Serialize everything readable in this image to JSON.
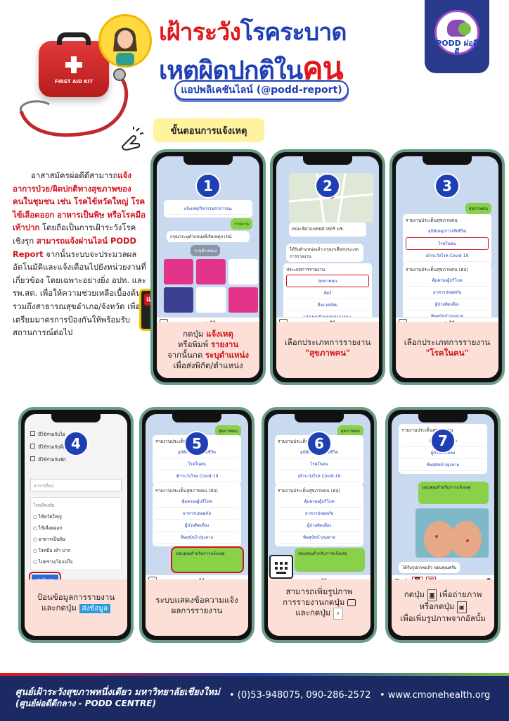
{
  "header": {
    "title_part1_red": "เฝ้าระวัง",
    "title_part1_blue": "โรคระบาด",
    "title_part2_blue": "เหตุผิดปกติใน",
    "title_part2_red": "คน",
    "app_pill": "แอปพลิเคชันไลน์ (@podd-report)",
    "kit_label": "FIRST AID KIT",
    "logo_text": "PODD ผ่อดีดี"
  },
  "steps_banner": "ขั้นตอนการแจ้งเหตุ",
  "intro": {
    "p1": "อาสาสมัครผ่อดีดีสามารถ",
    "p1_red": "แจ้งอาการป่วย/ผิดปกติทางสุขภาพของคนในชุมชน เช่น โรคไข้หวัดใหญ่ โรคไข้เลือดออก อาหารเป็นพิษ หรือโรคมือเท้าปาก",
    "p2": " โดยถือเป็นการเฝ้าระวังโรคเชิงรุก ",
    "p2_red": "สามารถแจ้งผ่านไลน์ PODD Report",
    "p3": " จากนั้นระบบจะประมวลผลอัตโนมัติและแจ้งเตือนไปยังหน่วยงานที่เกี่ยวข้อง โดยเฉพาะอย่างยิ่ง อปท. และ รพ.สต. เพื่อให้ความช่วยเหลือเบื้องต้น รวมถึงสาธารณสุขอำเภอ/จังหวัด เพื่อเตรียมมาตรการป้องกันให้พร้อมรับสถานการณ์ต่อไป"
  },
  "alert_label": "แจ้งเหตุ",
  "phones": [
    {
      "num": "1",
      "screen": {
        "o1": "แจ้งเหตุ/กิจกรรมสาธารณะ",
        "b1": "รายงาน",
        "w1": "กรุณาระบุตำแหน่งที่เกิดเหตุการณ์",
        "loc": "ระบุตำแหน่ง",
        "menu": "เมนูผ่อดีดี •"
      },
      "cap": {
        "a": "กดปุ่ม ",
        "a_red": "แจ้งเหตุ",
        "b": "หรือพิมพ์ ",
        "b_red": "รายงาน",
        "c": "จากนั้นกด ",
        "c_red": "ระบุตำแหน่ง",
        "d": "เพื่อส่งพิกัด/ตำแหน่ง"
      }
    },
    {
      "num": "2",
      "screen": {
        "map_title": "คณะสัตวแพทยศาสตร์ มช.",
        "w1": "ได้รับตำแหน่งแล้ว กรุณาเลือกประเภทการรายงาน",
        "h": "ประเภทการรายงาน",
        "opts": [
          "สุขภาพคน",
          "สัตว์",
          "สิ่งแวดล้อม",
          "แจ้งเหตุ/กิจกรรมสาธารณะ"
        ],
        "menu": "เมนูผ่อดีดี •"
      },
      "cap": {
        "a": "เลือกประเภทการรายงาน",
        "a_red": "\"สุขภาพคน\""
      }
    },
    {
      "num": "3",
      "screen": {
        "b1": "สุขภาพคน",
        "h1": "รายงานประเด็นสุขภาพคน",
        "opts1": [
          "อุบัติเหตุ/การเสียชีวิต",
          "โรคในคน",
          "เฝ้าระวังโรค Covid-19"
        ],
        "h2": "รายงานประเด็นสุขภาพคน (ต่อ)",
        "opts2": [
          "คุ้มครองผู้บริโภค",
          "อาหารปลอดภัย",
          "ผู้ป่วยติดเตียง",
          "พิษสุนัขบ้า/ยุงลาย"
        ],
        "menu": "เมนูผ่อดีดี •"
      },
      "cap": {
        "a": "เลือกประเภทการรายงาน",
        "a_red": "\"โรคในคน\""
      }
    },
    {
      "num": "4",
      "screen": {
        "checks": [
          "มีไข้ร่วมกับไอ",
          "มีไข้ร่วมกับผื่น",
          "มีไข้ร่วมกับชัก"
        ],
        "other": "อาการอื่นๆ",
        "h": "โรคที่สงสัย",
        "radios": [
          "ไข้หวัดใหญ่",
          "ไข้เลือดออก",
          "อาหารเป็นพิษ",
          "โรคมือ เท้า ปาก",
          "ไม่ทราบ/ไม่แน่ใจ"
        ],
        "submit": "ส่งข้อมูล"
      },
      "cap": {
        "a": "ป้อนข้อมูลการรายงาน",
        "b": "และกดปุ่ม",
        "btn": "ส่งข้อมูล"
      }
    },
    {
      "num": "5",
      "screen": {
        "b1": "สุขภาพคน",
        "h1": "รายงานประเด็นสุขภาพคน",
        "opts1": [
          "อุบัติเหตุ/การเสียชีวิต",
          "โรคในคน",
          "เฝ้าระวังโรค Covid-19"
        ],
        "h2": "รายงานประเด็นสุขภาพคน (ต่อ)",
        "opts2": [
          "คุ้มครองผู้บริโภค",
          "อาหารปลอดภัย",
          "ผู้ป่วยติดเตียง",
          "พิษสุนัขบ้า/ยุงลาย"
        ],
        "thanks": "ขอบคุณสำหรับการแจ้งเหตุ",
        "menu": "เมนูผ่อดีดี •"
      },
      "cap": {
        "a": "ระบบแสดงข้อความแจ้ง",
        "b": "ผลการรายงาน"
      }
    },
    {
      "num": "6",
      "screen": {
        "b1": "สุขภาพคน",
        "h1": "รายงานประเด็นสุขภาพคน",
        "opts1": [
          "อุบัติเหตุ/การเสียชีวิต",
          "โรคในคน",
          "เฝ้าระวังโรค Covid-19"
        ],
        "h2": "รายงานประเด็นสุขภาพคน (ต่อ)",
        "opts2": [
          "คุ้มครองผู้บริโภค",
          "อาหารปลอดภัย",
          "ผู้ป่วยติดเตียง",
          "พิษสุนัขบ้า/ยุงลาย"
        ],
        "thanks": "ขอบคุณสำหรับการแจ้งเหตุ",
        "menu": "เมนูผ่อดีดี •"
      },
      "cap": {
        "a": "สามารถเพิ่มรูปภาพ",
        "b": "การรายงานกดปุ่ม",
        "c": "และกดปุ่ม"
      }
    },
    {
      "num": "7",
      "screen": {
        "h1": "รายงานประเด็นสุขภาพคน",
        "opts": [
          "อาหารปลอดภัย",
          "ผู้ป่วยติดเตียง",
          "พิษสุนัขบ้า/ยุงลาย"
        ],
        "thanks": "ขอบคุณสำหรับการแจ้งเหตุ",
        "w1": "ได้รับรูปภาพแล้ว ขอบคุณครับ"
      },
      "cap": {
        "a": "กดปุ่ม",
        "a2": "เพื่อถ่ายภาพ",
        "b": "หรือกดปุ่ม",
        "c": "เพื่อเพิ่มรูปภาพจากอัลบั้ม"
      }
    }
  ],
  "footer": {
    "line1": "ศูนย์เฝ้าระวังสุขภาพหนึ่งเดียว มหาวิทยาลัยเชียงใหม่",
    "line2": "(ศูนย์ผ่อดีดีกลาง - PODD CENTRE)",
    "phone": "• (0)53-948075, 090-286-2572",
    "web": "• www.cmonehealth.org"
  },
  "colors": {
    "red": "#e2171c",
    "blue": "#1f3fb4",
    "green": "#8ad14a",
    "navy": "#1b2a63"
  }
}
